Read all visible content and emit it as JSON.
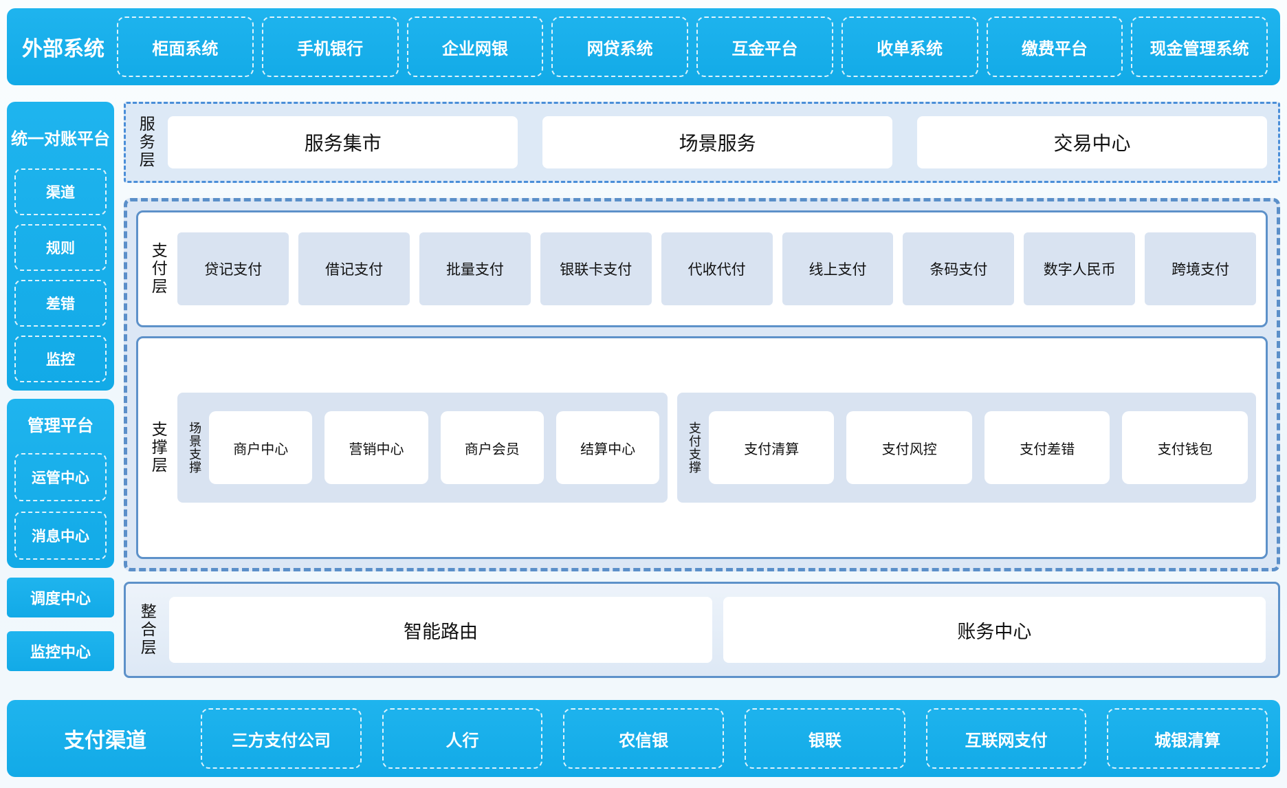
{
  "colors": {
    "accent_cyan": "#17ade9",
    "border_blue": "#5d91c9",
    "panel_blue": "#dce7f5",
    "chip_blue": "#d9e3f1"
  },
  "top_bar": {
    "title": "外部系统",
    "items": [
      "柜面系统",
      "手机银行",
      "企业网银",
      "网贷系统",
      "互金平台",
      "收单系统",
      "缴费平台",
      "现金管理系统"
    ]
  },
  "sidebar": {
    "recon": {
      "title": "统一对账平台",
      "items": [
        "渠道",
        "规则",
        "差错",
        "监控"
      ]
    },
    "mgmt": {
      "title": "管理平台",
      "items": [
        "运管中心",
        "消息中心"
      ]
    },
    "dispatch": "调度中心",
    "monitor": "监控中心"
  },
  "service_layer": {
    "label": "服务层",
    "items": [
      "服务集市",
      "场景服务",
      "交易中心"
    ]
  },
  "payment_layer": {
    "label": "支付层",
    "items": [
      "贷记支付",
      "借记支付",
      "批量支付",
      "银联卡支付",
      "代收代付",
      "线上支付",
      "条码支付",
      "数字人民币",
      "跨境支付"
    ]
  },
  "support_layer": {
    "label": "支撑层",
    "groups": [
      {
        "label": "场景支撑",
        "items": [
          "商户中心",
          "营销中心",
          "商户会员",
          "结算中心"
        ]
      },
      {
        "label": "支付支撑",
        "items": [
          "支付清算",
          "支付风控",
          "支付差错",
          "支付钱包"
        ]
      }
    ]
  },
  "integration_layer": {
    "label": "整合层",
    "items": [
      "智能路由",
      "账务中心"
    ]
  },
  "bottom_bar": {
    "title": "支付渠道",
    "items": [
      "三方支付公司",
      "人行",
      "农信银",
      "银联",
      "互联网支付",
      "城银清算"
    ]
  }
}
